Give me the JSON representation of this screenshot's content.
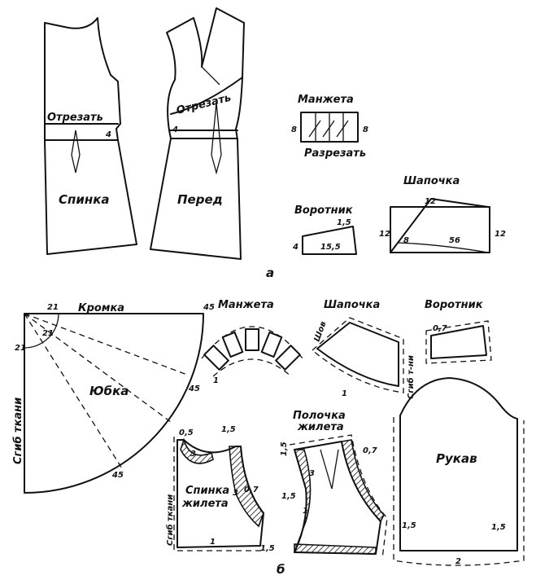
{
  "top": {
    "back_label": "Спинка",
    "front_label": "Перед",
    "cut_back": "Отрезать",
    "cut_front": "Отрезать",
    "num_4_back": "4",
    "num_4_front": "4",
    "cuff_title": "Манжета",
    "cuff_slit": "Разрезать",
    "cuff_8_left": "8",
    "cuff_8_right": "8",
    "collar_title": "Воротник",
    "collar_15": "1,5",
    "collar_155": "15,5",
    "collar_4": "4",
    "cap_title": "Шапочка",
    "cap_12_top": "12",
    "cap_12_left": "12",
    "cap_12_right": "12",
    "cap_8": "8",
    "cap_56": "56",
    "part_letter": "а"
  },
  "bottom": {
    "edge_label": "Кромка",
    "fold_label": "Сгиб ткани",
    "skirt_label": "Юбка",
    "n21_top": "21",
    "n21_left": "21",
    "n21_inner": "21",
    "n45_top": "45",
    "n45_mid": "45",
    "n45_bottom": "45",
    "cuff_title": "Манжета",
    "cap_title": "Шапочка",
    "cap_seam": "Шов",
    "cap_fold": "Сгиб т-ни",
    "collar_title": "Воротник",
    "collar_07": "0,7",
    "vest_front_title_1": "Полочка",
    "vest_front_title_2": "жилета",
    "vest_back_title_1": "Спинка",
    "vest_back_title_2": "жилета",
    "vest_back_fold": "Сгиб ткани",
    "sleeve_label": "Рукав",
    "sleeve_15_left": "1,5",
    "sleeve_15_right": "1,5",
    "sleeve_2": "2",
    "vb_05": "0,5",
    "vb_15_top": "1,5",
    "vb_07": "0,7",
    "vb_15_bottom": "1,5",
    "vb_3a": "3",
    "vb_3b": "3",
    "vb_1": "1",
    "vf_15a": "1,5",
    "vf_15b": "1,5",
    "vf_07": "0,7",
    "vf_3": "3",
    "vf_1": "1",
    "one": "1",
    "part_letter": "б"
  }
}
